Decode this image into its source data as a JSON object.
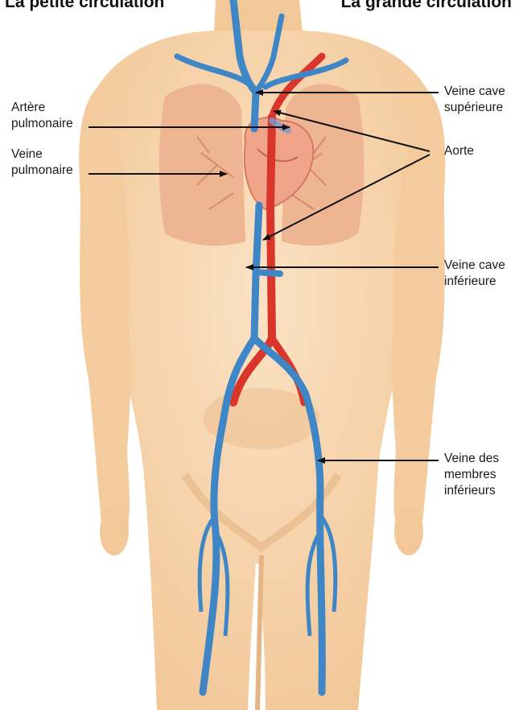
{
  "headers": {
    "left": "La petite circulation",
    "right": "La grande circulation"
  },
  "labels": {
    "artere_pulmonaire": [
      "Artère",
      "pulmonaire"
    ],
    "veine_pulmonaire": [
      "Veine",
      "pulmonaire"
    ],
    "veine_cave_superieure": [
      "Veine cave",
      "supérieure"
    ],
    "aorte": [
      "Aorte"
    ],
    "veine_cave_inferieure": [
      "Veine cave",
      "inférieure"
    ],
    "veine_membres_inferieurs": [
      "Veine des",
      "membres",
      "inférieurs"
    ]
  },
  "colors": {
    "skin": "#f6d3a8",
    "skin_shadow": "#e9b987",
    "lung": "#eeb592",
    "heart": "#f0a48a",
    "vein": "#3f86c6",
    "artery": "#d9352a"
  }
}
